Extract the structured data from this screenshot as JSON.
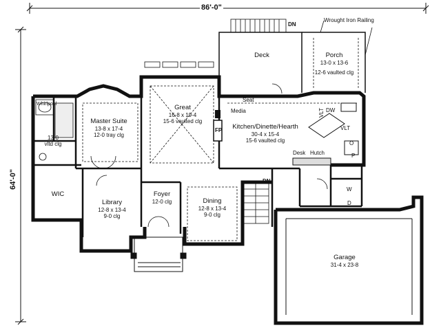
{
  "dimensions": {
    "width": "86'-0\"",
    "depth": "64'-0\""
  },
  "callouts": {
    "railing": "Wrought Iron Railing",
    "dn_deck": "DN",
    "dn_stair": "DN"
  },
  "rooms": {
    "deck": {
      "name": "Deck"
    },
    "porch": {
      "name": "Porch",
      "size": "13-0 x 13-6",
      "ceiling": "12-6 vaulted clg"
    },
    "master": {
      "name": "Master Suite",
      "size": "13-8 x 17-4",
      "ceiling": "12-0 tray clg"
    },
    "great": {
      "name": "Great",
      "size": "16-8 x 19-4",
      "ceiling": "15-6 vaulted clg"
    },
    "kitchen": {
      "name": "Kitchen/Dinette/Hearth",
      "size": "30-4 x 15-4",
      "ceiling": "15-6 vaulted clg"
    },
    "bath": {
      "name": "Whirlpool",
      "ceiling_a": "13-0",
      "ceiling_b": "vltd clg"
    },
    "wic": {
      "name": "WIC"
    },
    "library": {
      "name": "Library",
      "size": "12-8 x 13-4",
      "ceiling": "9-0 clg"
    },
    "foyer": {
      "name": "Foyer",
      "ceiling": "12-0 clg"
    },
    "dining": {
      "name": "Dining",
      "size": "12-8 x 13-4",
      "ceiling": "9-0 clg"
    },
    "garage": {
      "name": "Garage",
      "size": "31-4 x 23-8"
    }
  },
  "tags": {
    "seat": "Seat",
    "media": "Media",
    "fp": "FP",
    "dw": "DW",
    "vlt1": "VLT",
    "vlt2": "VLT",
    "o": "O",
    "p": "P",
    "desk": "Desk",
    "hutch": "Hutch",
    "w": "W",
    "d": "D"
  }
}
